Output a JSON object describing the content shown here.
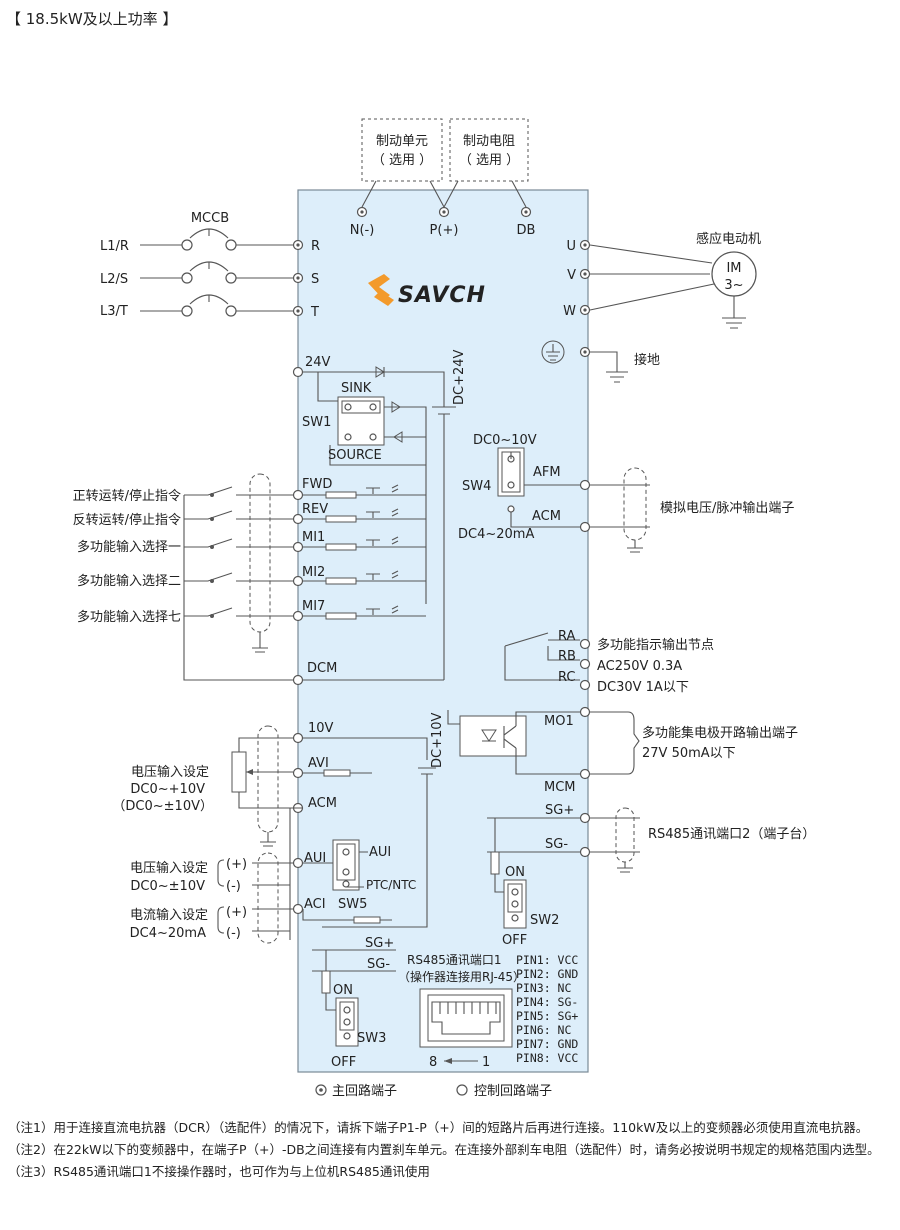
{
  "heading": "【 18.5kW及以上功率 】",
  "logo_text": "SAVCH",
  "brake_unit": {
    "line1": "制动单元",
    "line2": "（ 选用 ）"
  },
  "brake_resistor": {
    "line1": "制动电阻",
    "line2": "（ 选用 ）"
  },
  "mccb": "MCCB",
  "mains": [
    "L1/R",
    "L2/S",
    "L3/T"
  ],
  "main_terminals_in": [
    "R",
    "S",
    "T"
  ],
  "dc_terminals": [
    "N(-)",
    "P(+)",
    "DB"
  ],
  "main_terminals_out": [
    "U",
    "V",
    "W"
  ],
  "motor": {
    "title": "感应电动机",
    "line1": "IM",
    "line2": "3~"
  },
  "ground_label": "接地",
  "power_24": {
    "terminal": "24V",
    "supply": "DC+24V",
    "sink": "SINK",
    "sw": "SW1",
    "source": "SOURCE"
  },
  "digital_inputs": [
    {
      "desc": "正转运转/停止指令",
      "terminal": "FWD"
    },
    {
      "desc": "反转运转/停止指令",
      "terminal": "REV"
    },
    {
      "desc": "多功能输入选择一",
      "terminal": "MI1"
    },
    {
      "desc": "多功能输入选择二",
      "terminal": "MI2"
    },
    {
      "desc": "多功能输入选择七",
      "terminal": "MI7"
    }
  ],
  "dcm": "DCM",
  "analog_out": {
    "range_top": "DC0~10V",
    "sw": "SW4",
    "afm": "AFM",
    "acm": "ACM",
    "range_bottom": "DC4~20mA",
    "desc": "模拟电压/脉冲输出端子"
  },
  "relay": {
    "ra": "RA",
    "rb": "RB",
    "rc": "RC",
    "desc1": "多功能指示输出节点",
    "desc2": "AC250V  0.3A",
    "desc3": "DC30V  1A以下"
  },
  "oc_output": {
    "supply": "DC+10V",
    "mo1": "MO1",
    "mcm": "MCM",
    "desc1": "多功能集电极开路输出端子",
    "desc2": "27V 50mA以下"
  },
  "analog_in": {
    "t10v": "10V",
    "avi": "AVI",
    "acm": "ACM",
    "aui": "AUI",
    "aui_sw": "AUI",
    "ptc": "PTC/NTC",
    "aci": "ACI",
    "sw5": "SW5",
    "avi_desc": [
      "电压输入设定",
      "DC0~+10V",
      "（DC0~±10V）"
    ],
    "aui_desc": [
      "电压输入设定",
      "DC0~±10V"
    ],
    "aci_desc": [
      "电流输入设定",
      "DC4~20mA"
    ],
    "plus": "(+)",
    "minus": "(-)"
  },
  "rs485_2": {
    "sgp": "SG+",
    "sgm": "SG-",
    "on": "ON",
    "sw": "SW2",
    "off": "OFF",
    "desc": "RS485通讯端口2（端子台）"
  },
  "rs485_1": {
    "sgp": "SG+",
    "sgm": "SG-",
    "on": "ON",
    "sw": "SW3",
    "off": "OFF",
    "title": "RS485通讯端口1",
    "subtitle": "（操作器连接用RJ-45）",
    "pin_left": "8",
    "pin_right": "1",
    "pins": [
      "PIN1: VCC",
      "PIN2: GND",
      "PIN3: NC",
      "PIN4: SG-",
      "PIN5: SG+",
      "PIN6: NC",
      "PIN7: GND",
      "PIN8: VCC"
    ]
  },
  "legend": {
    "main": "主回路端子",
    "control": "控制回路端子"
  },
  "notes": [
    {
      "tag": "（注1）",
      "text": "用于连接直流电抗器（DCR）（选配件）的情况下，请拆下端子P1-P（+）间的短路片后再进行连接。110kW及以上的变频器必须使用直流电抗器。"
    },
    {
      "tag": "（注2）",
      "text": "在22kW以下的变频器中，在端子P（+）-DB之间连接有内置刹车单元。在连接外部刹车电阻（选配件）时，请务必按说明书规定的规格范围内选型。"
    },
    {
      "tag": "（注3）",
      "text": "RS485通讯端口1不接操作器时，也可作为与上位机RS485通讯使用"
    }
  ],
  "colors": {
    "panel": "#ddeefa",
    "panel_border": "#7a8a96",
    "logo_orange": "#f39a2b",
    "line": "#555555"
  }
}
